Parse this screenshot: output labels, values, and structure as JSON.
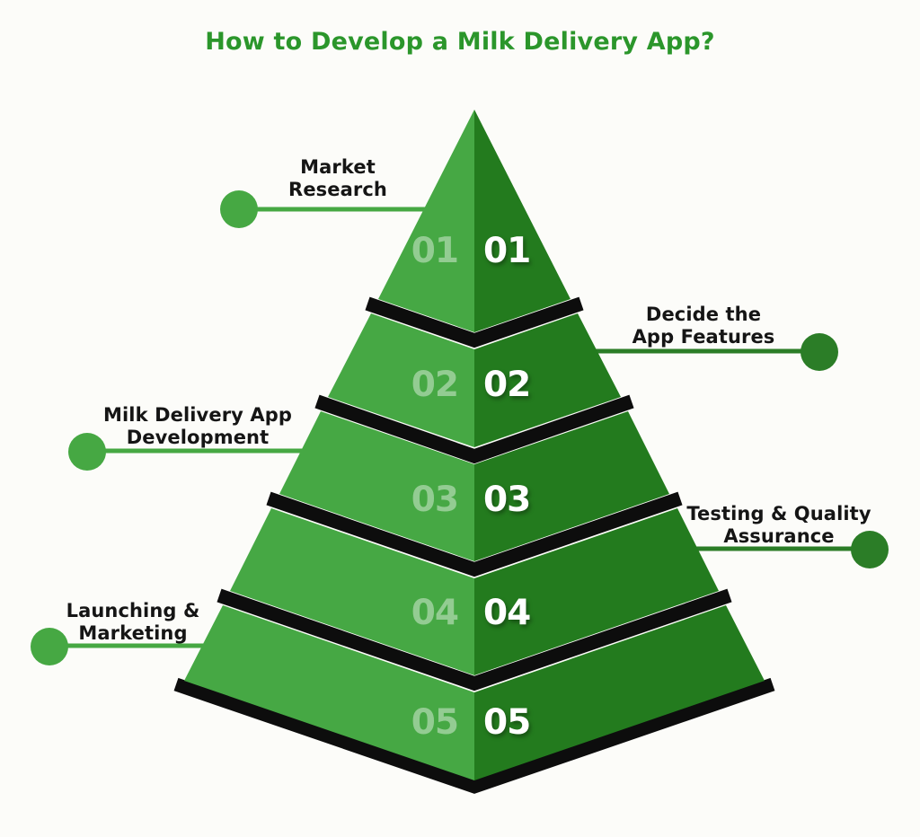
{
  "title": "How to Develop a Milk Delivery App?",
  "colors": {
    "title_green": "#2b962b",
    "pyramid_left_face": "#46a844",
    "pyramid_right_face": "#237b1e",
    "separator_band": "#0d0d0d",
    "connector_left": "#46a843",
    "connector_right": "#2b7d27",
    "label_text": "#151515",
    "number_left_face": "rgba(255,255,255,0.42)",
    "number_right_face": "#ffffff"
  },
  "steps": [
    {
      "num": "01",
      "label": "Market Research",
      "label_lines": [
        "Market",
        "Research"
      ],
      "side": "left"
    },
    {
      "num": "02",
      "label": "Decide the App Features",
      "label_lines": [
        "Decide the",
        "App Features"
      ],
      "side": "right"
    },
    {
      "num": "03",
      "label": "Milk Delivery App Development",
      "label_lines": [
        "Milk Delivery App",
        "Development"
      ],
      "side": "left"
    },
    {
      "num": "04",
      "label": "Testing & Quality Assurance",
      "label_lines": [
        "Testing & Quality",
        "Assurance"
      ],
      "side": "right"
    },
    {
      "num": "05",
      "label": "Launching & Marketing",
      "label_lines": [
        "Launching &",
        "Marketing"
      ],
      "side": "left"
    }
  ]
}
